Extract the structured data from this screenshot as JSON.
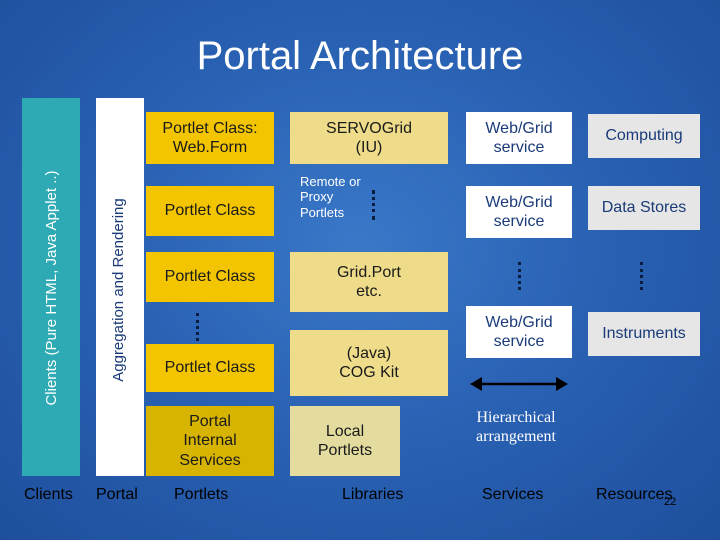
{
  "title": "Portal Architecture",
  "left_bars": {
    "clients_label": "Clients (Pure HTML, Java Applet ..)",
    "aggregation_label": "Aggregation and Rendering"
  },
  "portlets": {
    "webform": "Portlet Class: Web.Form",
    "class1": "Portlet Class",
    "class2": "Portlet Class",
    "class3": "Portlet Class",
    "internal": "Portal Internal Services"
  },
  "libraries": {
    "servogrid": "SERVOGrid (IU)",
    "remote": "Remote or Proxy Portlets",
    "gridport": "Grid.Port etc.",
    "cogkit": "(Java) COG Kit",
    "local": "Local Portlets"
  },
  "services": {
    "s1": "Web/Grid service",
    "s2": "Web/Grid service",
    "s3": "Web/Grid service",
    "hierarchical": "Hierarchical arrangement"
  },
  "resources": {
    "computing": "Computing",
    "datastores": "Data Stores",
    "instruments": "Instruments"
  },
  "footer": {
    "clients": "Clients",
    "portal": "Portal",
    "portlets": "Portlets",
    "libraries": "Libraries",
    "services": "Services",
    "resources": "Resources"
  },
  "page_number": "22",
  "colors": {
    "background": "#2a62b4",
    "portlet": "#f2c500",
    "library": "#eedc8a",
    "clients_bar": "#2eaab4",
    "resource_text": "#1a3b78"
  }
}
